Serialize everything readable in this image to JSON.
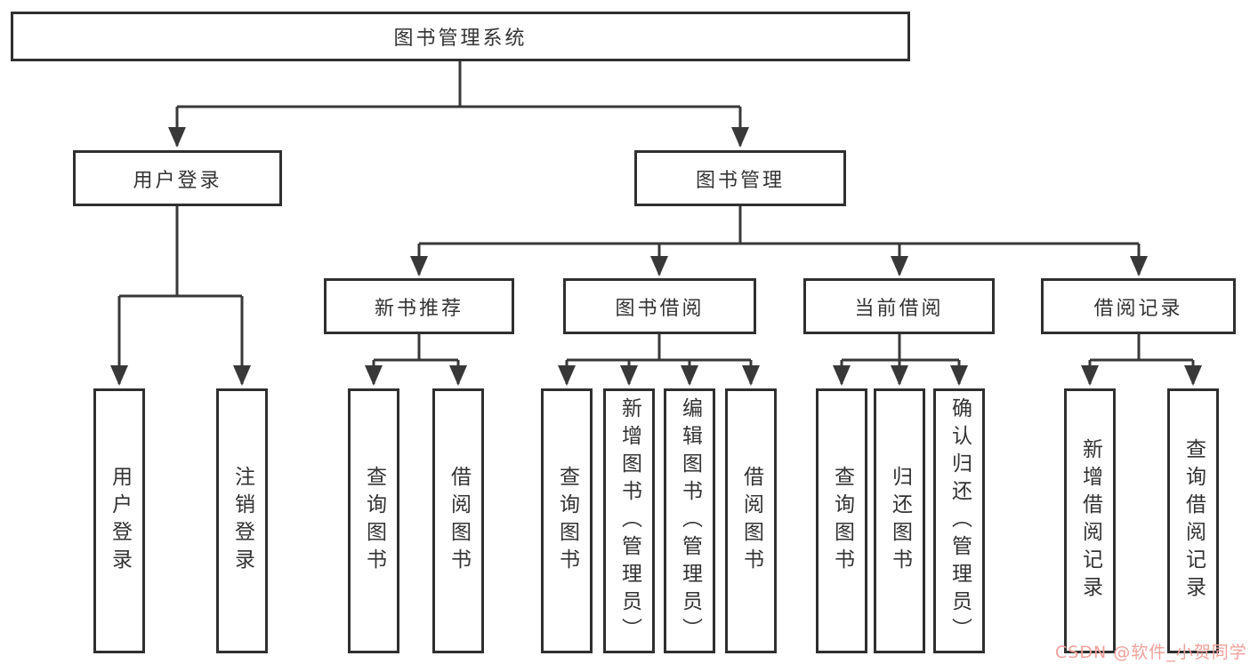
{
  "diagram": {
    "title": "图书管理系统",
    "level2": [
      "用户登录",
      "图书管理"
    ],
    "level3": [
      "新书推荐",
      "图书借阅",
      "当前借阅",
      "借阅记录"
    ],
    "leaves": {
      "login": [
        "用户登录",
        "注销登录"
      ],
      "recommend": [
        "查询图书",
        "借阅图书"
      ],
      "borrow": [
        "查询图书",
        "新增图书（管理员）",
        "编辑图书（管理员）",
        "借阅图书"
      ],
      "current": [
        "查询图书",
        "归还图书",
        "确认归还（管理员）"
      ],
      "records": [
        "新增借阅记录",
        "查询借阅记录"
      ]
    },
    "watermark": "CSDN @软件_小贺同学",
    "colors": {
      "line": "#383838",
      "border": "#2f2f2f",
      "text": "#333333",
      "watermark": "#f0a19a",
      "background": "#ffffff"
    }
  }
}
